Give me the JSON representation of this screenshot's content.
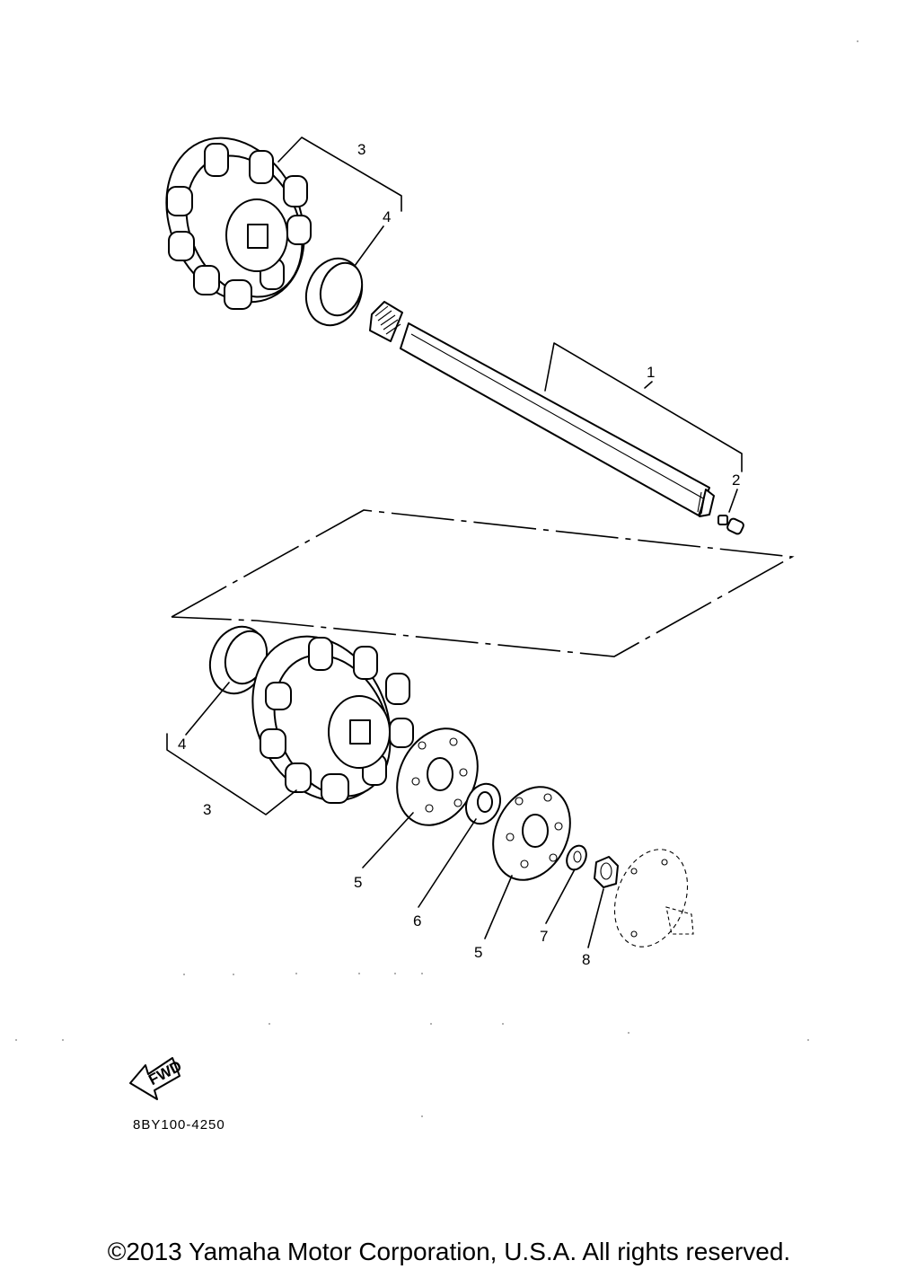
{
  "callouts": {
    "shaft": "1",
    "plug": "2",
    "sprocket_upper": "3",
    "sprocket_lower": "3",
    "spacer_upper": "4",
    "spacer_lower": "4",
    "plate_outer": "5",
    "plate_inner": "5",
    "bearing": "6",
    "washer": "7",
    "nut": "8"
  },
  "fwd_label": "FWD",
  "part_code": "8BY100-4250",
  "copyright": "©2013 Yamaha Motor Corporation, U.S.A. All rights reserved."
}
